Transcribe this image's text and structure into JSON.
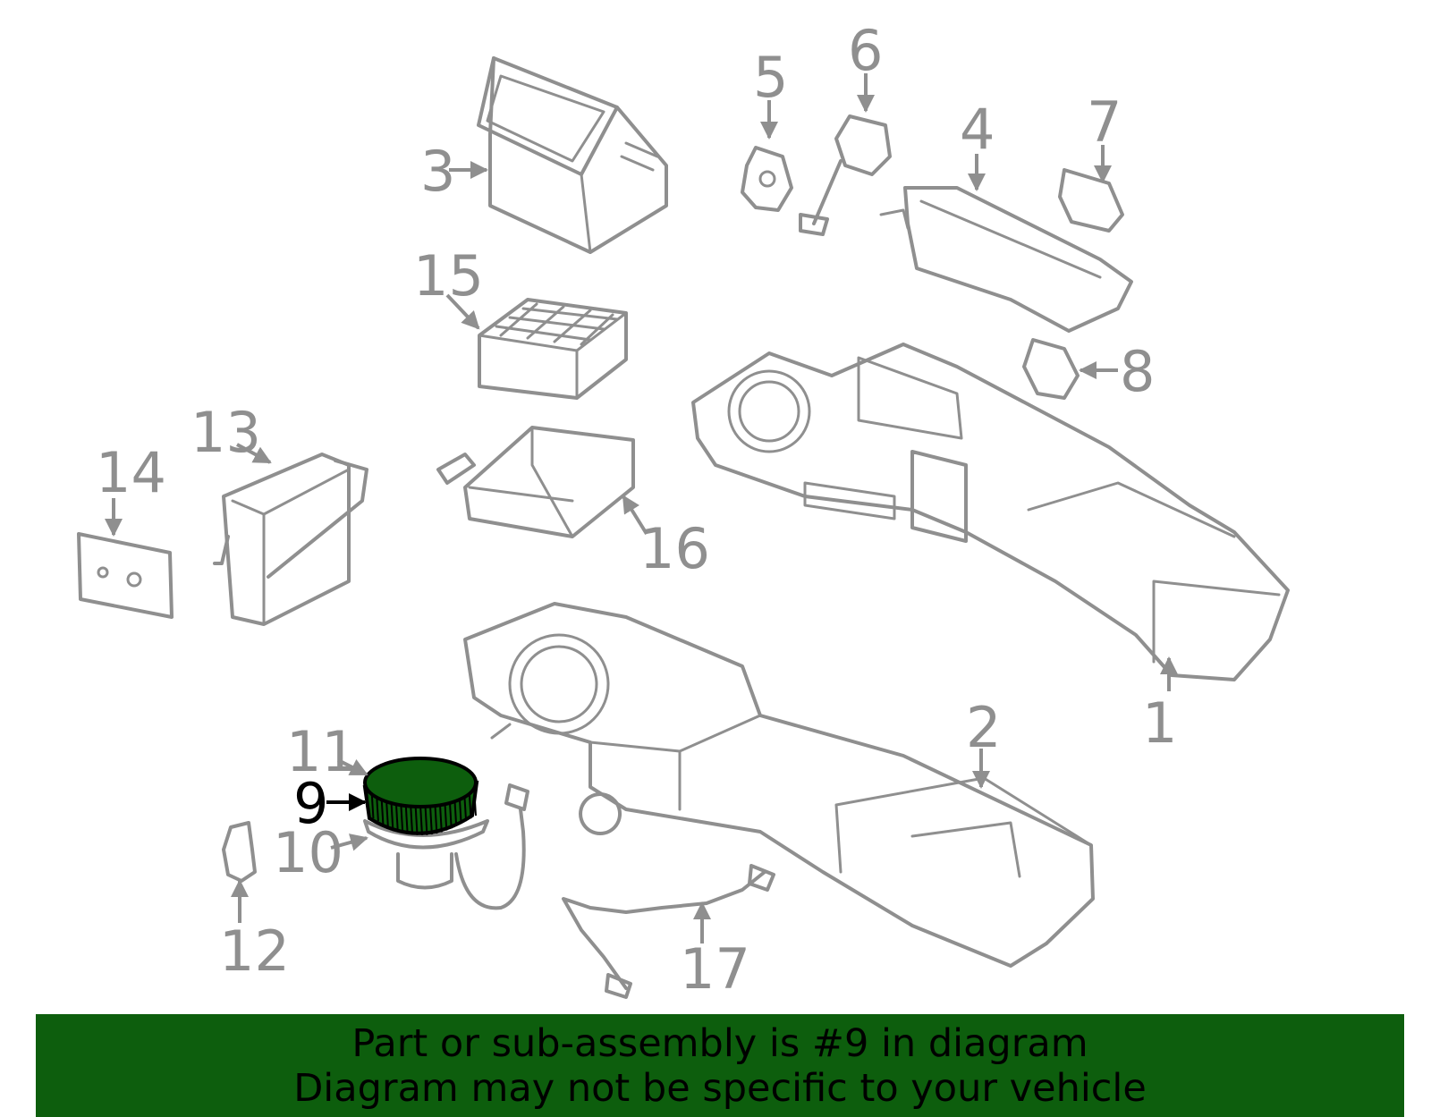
{
  "diagram": {
    "highlight_part": "9",
    "colors": {
      "highlight": "#0d5e0d",
      "highlight_bright": "#2d8f2d",
      "line_art": "#8f8f8f",
      "banner": "#0d5e0d"
    },
    "callouts": [
      {
        "label": "1"
      },
      {
        "label": "2"
      },
      {
        "label": "3"
      },
      {
        "label": "4"
      },
      {
        "label": "5"
      },
      {
        "label": "6"
      },
      {
        "label": "7"
      },
      {
        "label": "8"
      },
      {
        "label": "9"
      },
      {
        "label": "10"
      },
      {
        "label": "11"
      },
      {
        "label": "12"
      },
      {
        "label": "13"
      },
      {
        "label": "14"
      },
      {
        "label": "15"
      },
      {
        "label": "16"
      },
      {
        "label": "17"
      }
    ]
  },
  "banner": {
    "line1": "Part or sub-assembly is #9 in diagram",
    "line2": "Diagram may not be specific to your vehicle"
  }
}
